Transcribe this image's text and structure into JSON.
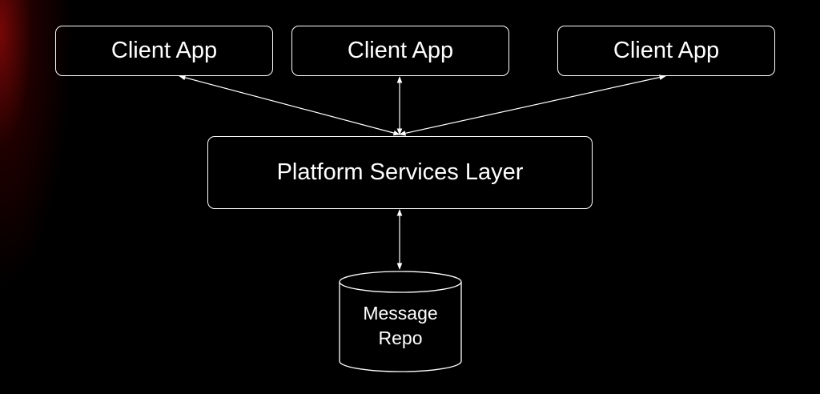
{
  "diagram": {
    "clients": [
      {
        "label": "Client App"
      },
      {
        "label": "Client App"
      },
      {
        "label": "Client App"
      }
    ],
    "platform": {
      "label": "Platform Services Layer"
    },
    "repository": {
      "label_line1": "Message",
      "label_line2": "Repo"
    }
  },
  "colors": {
    "background": "#000000",
    "stroke": "#ffffff",
    "text": "#ffffff",
    "accent_glow": "#8c0808"
  }
}
